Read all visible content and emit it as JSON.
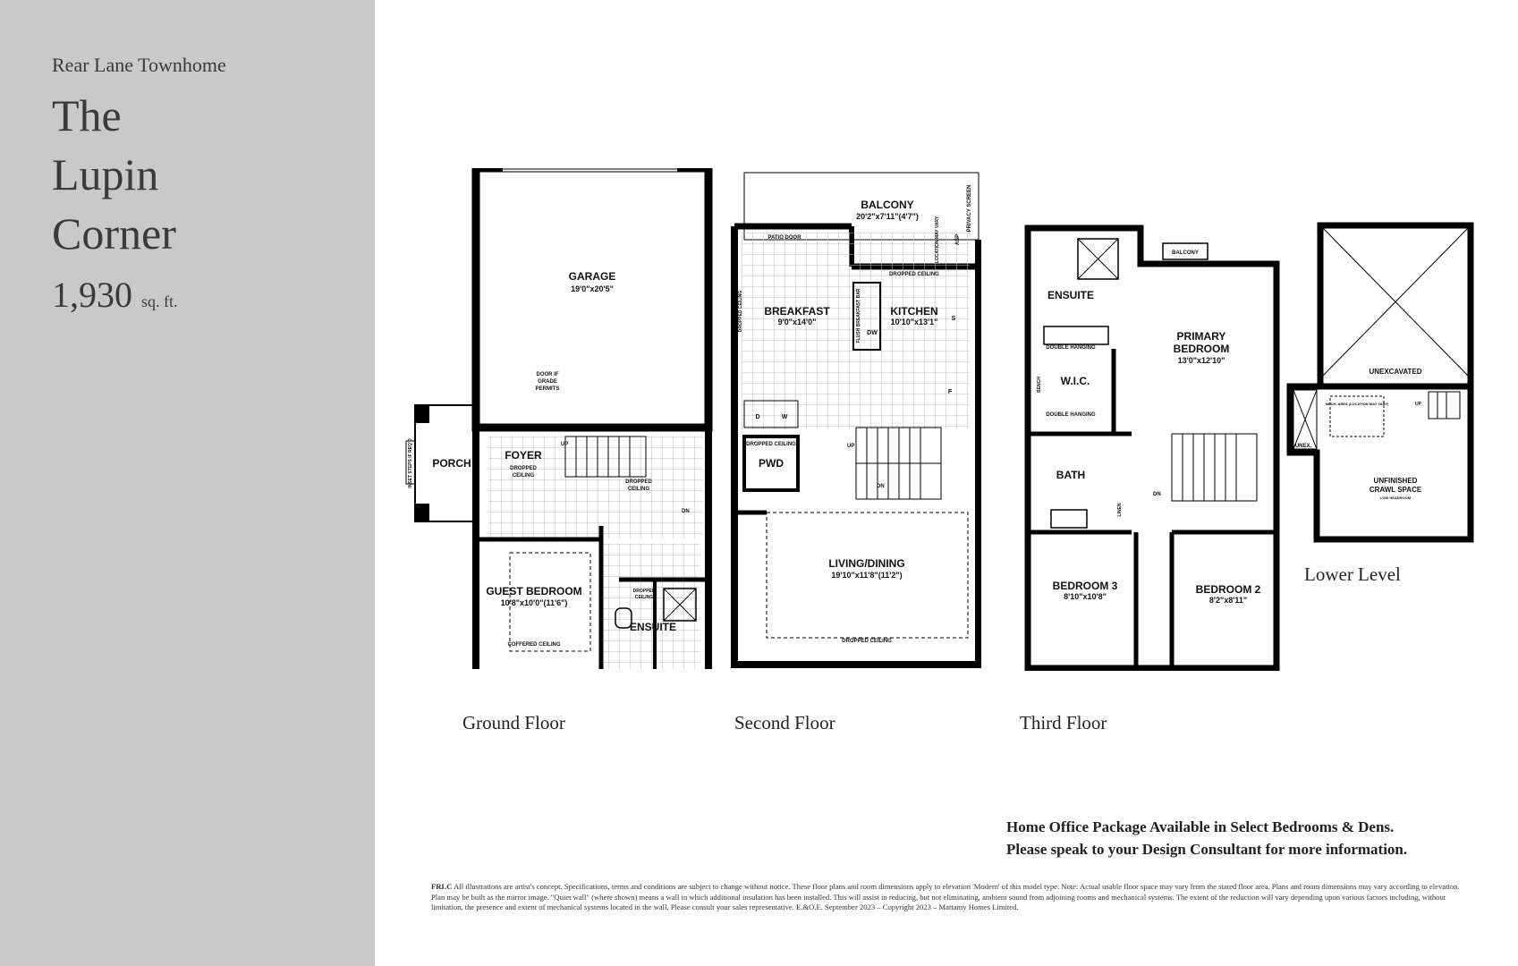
{
  "header": {
    "subtitle": "Rear Lane Townhome",
    "title_lines": [
      "The",
      "Lupin",
      "Corner"
    ],
    "area_value": "1,930",
    "area_unit": "sq. ft."
  },
  "floors": {
    "ground": {
      "caption": "Ground Floor",
      "garage": "GARAGE",
      "garage_dim": "19'0\"x20'5\"",
      "door_note": [
        "DOOR IF",
        "GRADE",
        "PERMITS"
      ],
      "porch": "PORCH",
      "porch_note": "INSET STEPS IF REQ'D",
      "foyer": "FOYER",
      "foyer_note": [
        "DROPPED",
        "CEILING"
      ],
      "dropped_note": [
        "DROPPED",
        "CEILING"
      ],
      "up": "UP",
      "dn": "DN",
      "guest_bedroom": "GUEST BEDROOM",
      "guest_dim": "10'8\"x10'0\"(11'6\")",
      "coffered": "COFFERED CEILING",
      "ensuite": "ENSUITE",
      "ensuite_note": [
        "DROPPED",
        "CEILING"
      ]
    },
    "second": {
      "caption": "Second Floor",
      "balcony": "BALCONY",
      "balcony_dim": "20'2\"x7'11\"(4'7\")",
      "privacy": "PRIVACY SCREEN",
      "location": "LOCATION MAY VARY",
      "asp": "ASP",
      "patio": "PATIO DOOR",
      "breakfast": "BREAKFAST",
      "breakfast_dim": "9'0\"x14'0\"",
      "kitchen": "KITCHEN",
      "kitchen_dim": "10'10\"x13'1\"",
      "flush_bar": "FLUSH BREAKFAST BAR",
      "dw": "DW",
      "s": "S",
      "f": "F",
      "d": "D",
      "w": "W",
      "dropped_ceiling": "DROPPED CEILING",
      "pwd": "PWD",
      "up": "UP",
      "dn": "DN",
      "living": "LIVING/DINING",
      "living_dim": "19'10\"x11'8\"(11'2\")"
    },
    "third": {
      "caption": "Third Floor",
      "ensuite": "ENSUITE",
      "balcony": "BALCONY",
      "primary": [
        "PRIMARY",
        "BEDROOM"
      ],
      "primary_dim": "13'0\"x12'10\"",
      "double_hanging": "DOUBLE HANGING",
      "wic": "W.I.C.",
      "bench": "BENCH",
      "bath": "BATH",
      "linen": "LINEN",
      "dn": "DN",
      "bedroom3": "BEDROOM 3",
      "bedroom3_dim": "8'10\"x10'8\"",
      "bedroom2": "BEDROOM 2",
      "bedroom2_dim": "8'2\"x8'11\""
    },
    "lower": {
      "caption": "Lower Level",
      "unexcavated": "UNEXCAVATED",
      "unex": "UNEX.",
      "crawl": [
        "UNFINISHED",
        "CRAWL SPACE"
      ],
      "low_headroom": "LOW HEADROOM",
      "up": "UP",
      "mech": "MECH. AREA (LOCATION MAY VARY)"
    }
  },
  "promo": [
    "Home Office Package Available in Select Bedrooms & Dens.",
    "Please speak to your Design Consultant for more information."
  ],
  "disclaimer": {
    "code": "FRLC",
    "text": "All illustrations are artist's concept. Specifications, terms and conditions are subject to change without notice. These floor plans and room dimensions apply to elevation 'Modern' of this model type. Note: Actual usable floor space may vary from the stated floor area. Plans and room dimensions may vary according to elevation. Plan may be built as the mirror image. \"Quiet wall\" (where shown) means a wall in which additional insulation has been installed. This will assist in reducing, but not eliminating, ambient sound from adjoining rooms and mechanical systems. The extent of the reduction will vary depending upon various factors including, without limitation, the presence and extent of mechanical systems located in the wall. Please consult your sales representative. E.&O.E. September 2023 – Copyright 2023 – Mattamy Homes Limited."
  }
}
